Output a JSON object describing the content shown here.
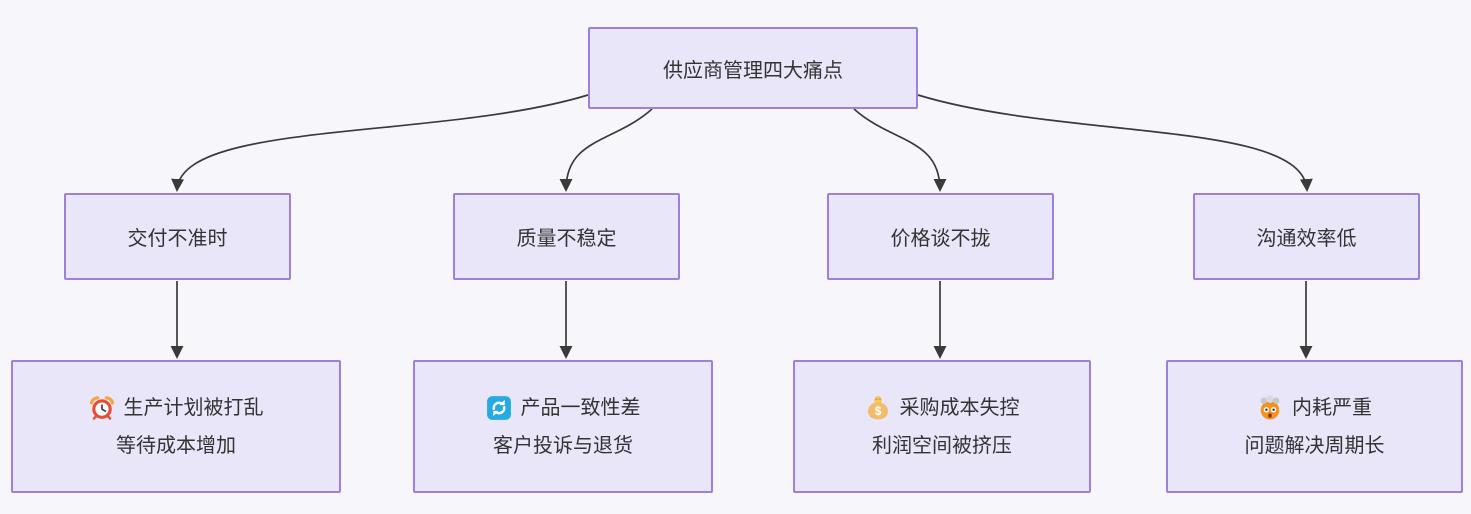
{
  "diagram": {
    "type": "mindmap",
    "root": {
      "label": "供应商管理四大痛点"
    },
    "branches": [
      {
        "label": "交付不准时",
        "detail": {
          "icon": "⏰",
          "icon_name": "alarm-clock-icon",
          "line1": "生产计划被打乱",
          "line2": "等待成本增加"
        }
      },
      {
        "label": "质量不稳定",
        "detail": {
          "icon": "🔄",
          "icon_name": "arrows-cycle-icon",
          "line1": "产品一致性差",
          "line2": "客户投诉与退货"
        }
      },
      {
        "label": "价格谈不拢",
        "detail": {
          "icon": "💰",
          "icon_name": "money-bag-icon",
          "line1": "采购成本失控",
          "line2": "利润空间被挤压"
        }
      },
      {
        "label": "沟通效率低",
        "detail": {
          "icon": "🤯",
          "icon_name": "exploding-head-icon",
          "line1": "内耗严重",
          "line2": "问题解决周期长"
        }
      }
    ],
    "palette": {
      "background": "#f7f7fb",
      "node_fill": "#e9e6fa",
      "node_border": "#9c80da",
      "text": "#333333",
      "arrow": "#3a3a3a",
      "cycle_icon_blue": "#25aae1",
      "money_bag_tan": "#f2bc6b",
      "alarm_red": "#e94b35",
      "head_orange": "#f6921e"
    }
  }
}
